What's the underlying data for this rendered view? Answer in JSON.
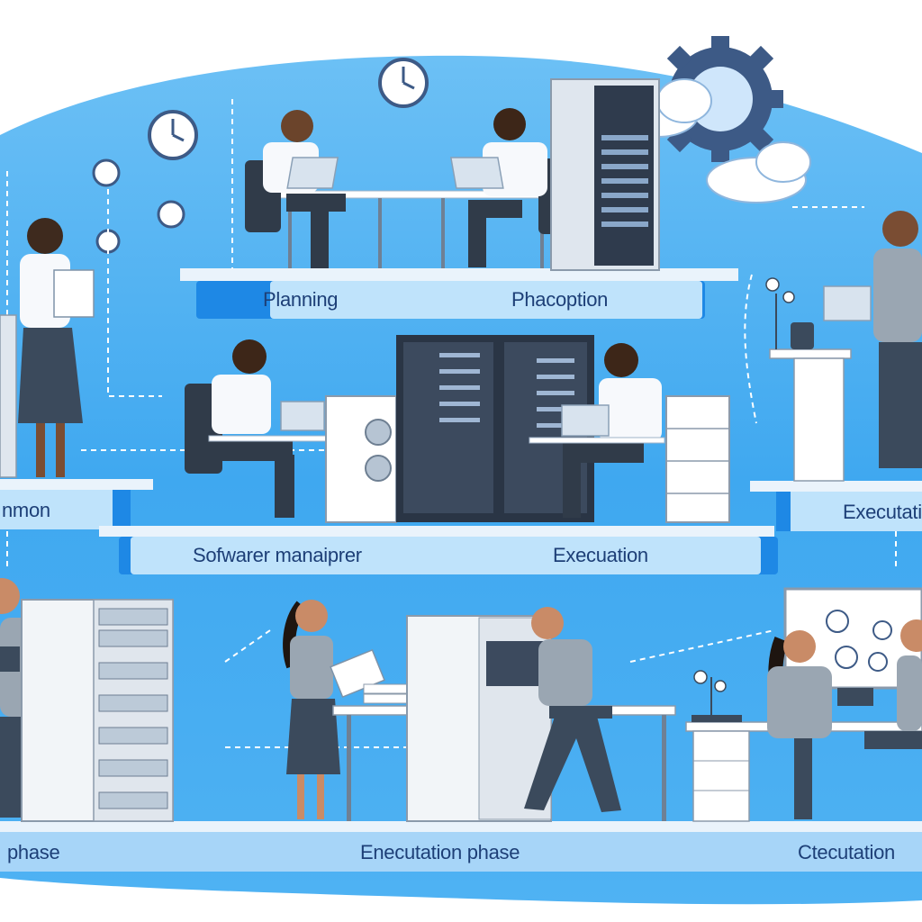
{
  "colors": {
    "background": "#ffffff",
    "backdrop": "#3fa8f0",
    "backdrop_light": "#7cc6f6",
    "band": "#1e88e5",
    "band_light": "#bfe3fb",
    "shirt_white": "#f7f9fc",
    "shirt_grey": "#9aa6b2",
    "pants": "#3b4a5c",
    "server": "#2f3b4d",
    "skin_dark": "#5a3a25",
    "skin_light": "#c98b67"
  },
  "icons": [
    "gear-icon",
    "clock-icon",
    "cloud-icon",
    "flower-icon",
    "arrow-icon"
  ],
  "tier1": {
    "labels": [
      "Planning",
      "Phacoption"
    ]
  },
  "tier2": {
    "left_label": "nmon",
    "right_label": "Executatio",
    "labels": [
      "Sofwarer manaiprer",
      "Execuation"
    ]
  },
  "tier3": {
    "labels": [
      "phase",
      "Enecutation phase",
      "Ctecutation"
    ]
  }
}
